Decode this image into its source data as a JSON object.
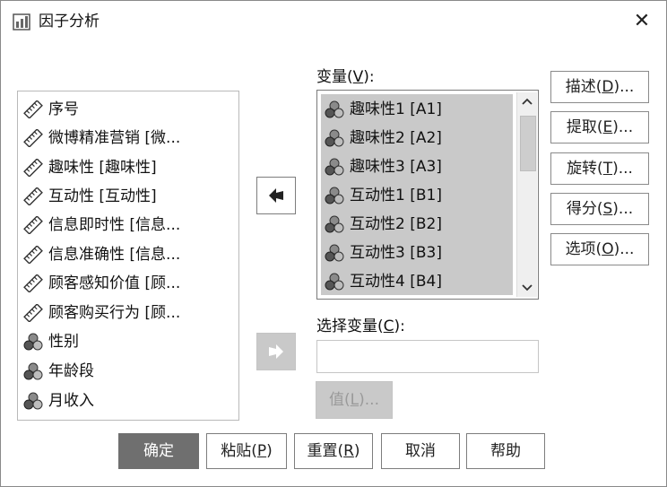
{
  "window": {
    "title": "因子分析",
    "close_symbol": "✕"
  },
  "source_list": {
    "items": [
      {
        "label": "序号",
        "icon": "scale-ruler-icon"
      },
      {
        "label": "微博精准营销 [微...",
        "icon": "scale-ruler-icon"
      },
      {
        "label": "趣味性 [趣味性]",
        "icon": "scale-ruler-icon"
      },
      {
        "label": "互动性 [互动性]",
        "icon": "scale-ruler-icon"
      },
      {
        "label": "信息即时性 [信息...",
        "icon": "scale-ruler-icon"
      },
      {
        "label": "信息准确性 [信息...",
        "icon": "scale-ruler-icon"
      },
      {
        "label": "顾客感知价值 [顾...",
        "icon": "scale-ruler-icon"
      },
      {
        "label": "顾客购买行为 [顾...",
        "icon": "scale-ruler-icon"
      },
      {
        "label": "性别",
        "icon": "nominal-balls-icon"
      },
      {
        "label": "年龄段",
        "icon": "nominal-balls-icon"
      },
      {
        "label": "月收入",
        "icon": "nominal-balls-icon"
      }
    ]
  },
  "variables": {
    "label_text": "变量(",
    "label_mnemonic": "V",
    "label_suffix": "):",
    "items": [
      {
        "label": "趣味性1 [A1]",
        "icon": "nominal-balls-icon"
      },
      {
        "label": "趣味性2 [A2]",
        "icon": "nominal-balls-icon"
      },
      {
        "label": "趣味性3 [A3]",
        "icon": "nominal-balls-icon"
      },
      {
        "label": "互动性1 [B1]",
        "icon": "nominal-balls-icon"
      },
      {
        "label": "互动性2 [B2]",
        "icon": "nominal-balls-icon"
      },
      {
        "label": "互动性3 [B3]",
        "icon": "nominal-balls-icon"
      },
      {
        "label": "互动性4 [B4]",
        "icon": "nominal-balls-icon"
      }
    ]
  },
  "selection_variable": {
    "label_text": "选择变量(",
    "label_mnemonic": "C",
    "label_suffix": "):",
    "value": ""
  },
  "value_button": {
    "text": "值(",
    "mnemonic": "L",
    "suffix": ")..."
  },
  "side_buttons": [
    {
      "text": "描述(",
      "mnemonic": "D",
      "suffix": ")..."
    },
    {
      "text": "提取(",
      "mnemonic": "E",
      "suffix": ")..."
    },
    {
      "text": "旋转(",
      "mnemonic": "T",
      "suffix": ")..."
    },
    {
      "text": "得分(",
      "mnemonic": "S",
      "suffix": ")..."
    },
    {
      "text": "选项(",
      "mnemonic": "O",
      "suffix": ")..."
    }
  ],
  "bottom_buttons": {
    "ok": "确定",
    "paste": {
      "text": "粘贴(",
      "mnemonic": "P",
      "suffix": ")"
    },
    "reset": {
      "text": "重置(",
      "mnemonic": "R",
      "suffix": ")"
    },
    "cancel": "取消",
    "help": "帮助"
  },
  "colors": {
    "primary_button": "#6f6f6f",
    "selection_bg": "#c9c9c9",
    "disabled_bg": "#c9c9c9"
  }
}
